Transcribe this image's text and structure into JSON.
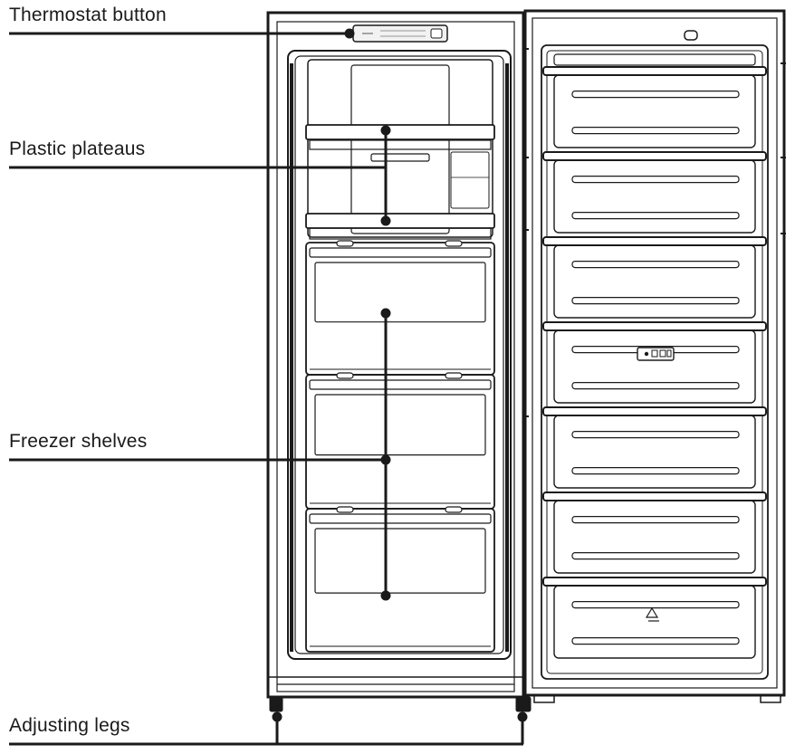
{
  "labels": {
    "thermostat": "Thermostat button",
    "plateaus": "Plastic plateaus",
    "shelves": "Freezer shelves",
    "legs": "Adjusting legs"
  },
  "diagram": {
    "door_drawer_count": 7,
    "inner_shelf_count": 3,
    "colors": {
      "stroke": "#1a1a1a",
      "fill": "#ffffff",
      "light_stroke": "#555555"
    }
  }
}
